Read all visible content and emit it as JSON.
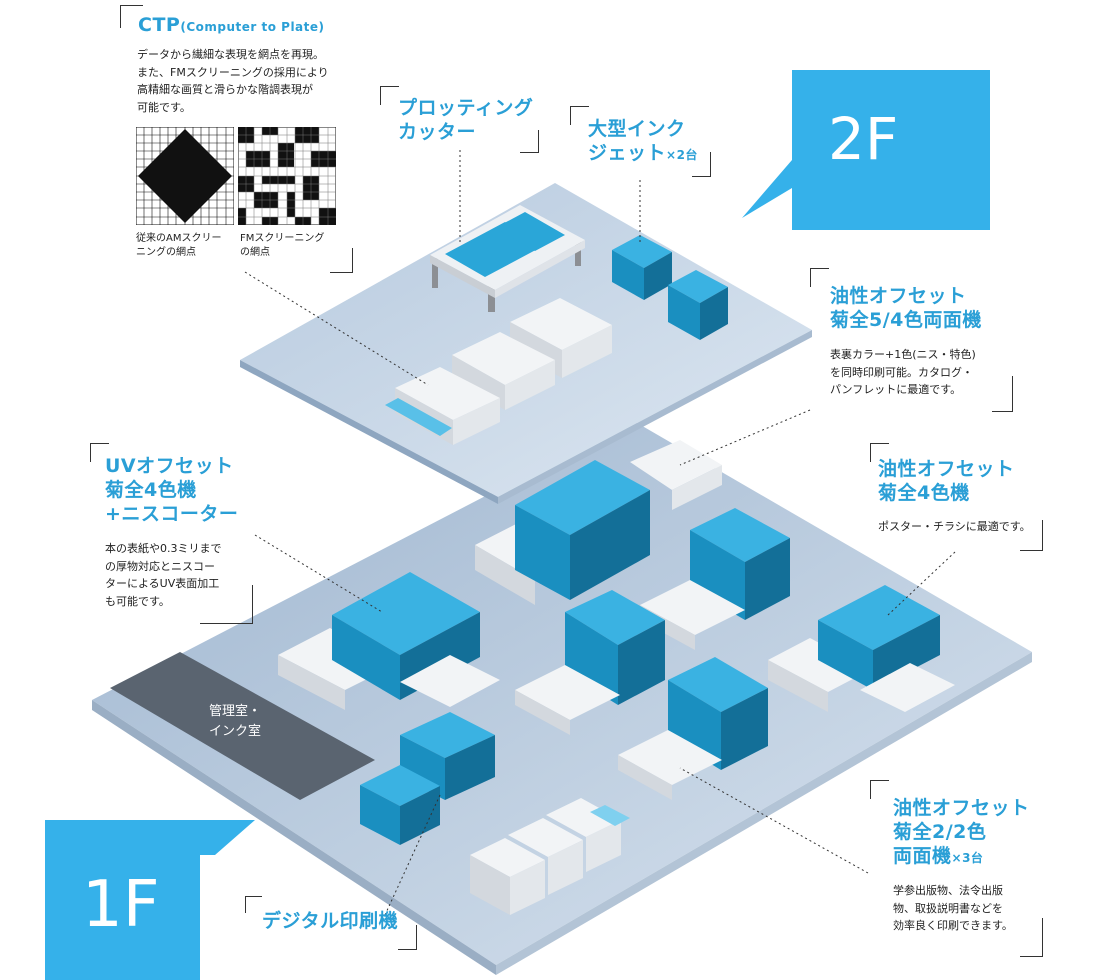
{
  "floors": {
    "f2": "2F",
    "f1": "1F"
  },
  "ctp": {
    "title": "CTP",
    "title_sub": "(Computer to Plate)",
    "desc": [
      "データから繊細な表現を網点を再現。",
      "また、FMスクリーニングの採用により",
      "高精細な画質と滑らかな階調表現が",
      "可能です。"
    ],
    "am_caption": [
      "従来のAMスクリー",
      "ニングの網点"
    ],
    "fm_caption": [
      "FMスクリーニング",
      "の網点"
    ]
  },
  "plotting": {
    "title": [
      "プロッティング",
      "カッター"
    ]
  },
  "inkjet": {
    "title": [
      "大型インク",
      "ジェット"
    ],
    "count": "×2台"
  },
  "oil_54": {
    "title": [
      "油性オフセット",
      "菊全5/4色両面機"
    ],
    "desc": [
      "表裏カラー+1色(ニス・特色)",
      "を同時印刷可能。カタログ・",
      "パンフレットに最適です。"
    ]
  },
  "uv": {
    "title": [
      "UVオフセット",
      "菊全4色機",
      "+ニスコーター"
    ],
    "desc": [
      "本の表紙や0.3ミリまで",
      "の厚物対応とニスコー",
      "ターによるUV表面加工",
      "も可能です。"
    ]
  },
  "oil_4": {
    "title": [
      "油性オフセット",
      "菊全4色機"
    ],
    "desc": [
      "ポスター・チラシに最適です。"
    ]
  },
  "oil_22": {
    "title": [
      "油性オフセット",
      "菊全2/2色",
      "両面機"
    ],
    "count": "×3台",
    "desc": [
      "学参出版物、法令出版",
      "物、取扱説明書などを",
      "効率良く印刷できます。"
    ]
  },
  "room": {
    "label": [
      "管理室・",
      "インク室"
    ]
  },
  "digital": {
    "title": "デジタル印刷機"
  },
  "colors": {
    "accent": "#2a9fd6",
    "machine_blue": "#1d9ccc",
    "floor": "#c9d9ea",
    "room": "#5a6470"
  }
}
